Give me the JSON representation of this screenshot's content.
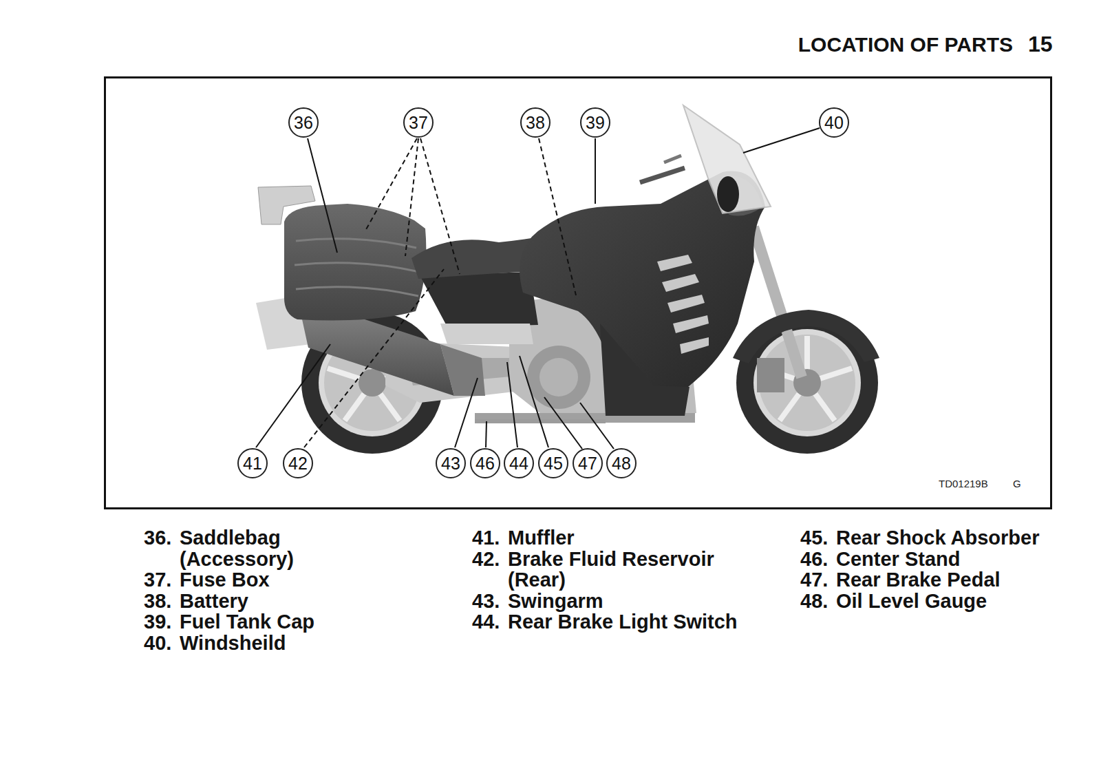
{
  "diagram": {
    "title": "LOCATION OF PARTS",
    "nodes": [
      {
        "text": [
          "36"
        ]
      },
      {
        "text": [
          "37"
        ]
      },
      {
        "text": [
          "38"
        ]
      },
      {
        "text": [
          "39"
        ]
      },
      {
        "text": [
          "40"
        ]
      },
      {
        "text": [
          "41"
        ]
      },
      {
        "text": [
          "42"
        ]
      },
      {
        "text": [
          "43"
        ]
      },
      {
        "text": [
          "46"
        ]
      },
      {
        "text": [
          "44"
        ]
      },
      {
        "text": [
          "45"
        ]
      },
      {
        "text": [
          "47"
        ]
      },
      {
        "text": [
          "48"
        ]
      }
    ],
    "labels": [
      "15",
      "TD01219B",
      "G",
      "36.",
      "Saddlebag (Accessory)",
      "37.",
      "Fuse Box",
      "38.",
      "Battery",
      "39.",
      "Fuel Tank Cap",
      "40.",
      "Windsheild",
      "41.",
      "Muffler",
      "42.",
      "Brake Fluid Reservoir (Rear)",
      "43.",
      "Swingarm",
      "44.",
      "Rear Brake Light Switch",
      "45.",
      "Rear Shock Absorber",
      "46.",
      "Center Stand",
      "47.",
      "Rear Brake Pedal",
      "48.",
      "Oil Level Gauge"
    ]
  }
}
